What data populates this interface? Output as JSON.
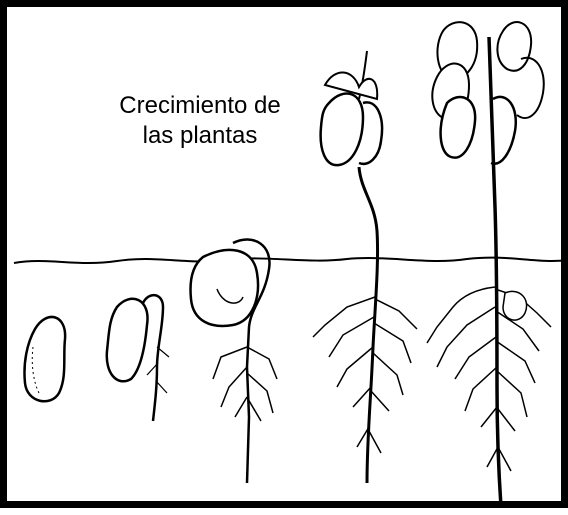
{
  "diagram": {
    "title_line1": "Crecimiento de",
    "title_line2": "las plantas",
    "stages": [
      {
        "name": "seed"
      },
      {
        "name": "germinating-seed"
      },
      {
        "name": "emerging-seedling"
      },
      {
        "name": "young-plant"
      },
      {
        "name": "mature-plant"
      }
    ],
    "colors": {
      "ink": "#000000",
      "background": "#ffffff"
    }
  }
}
